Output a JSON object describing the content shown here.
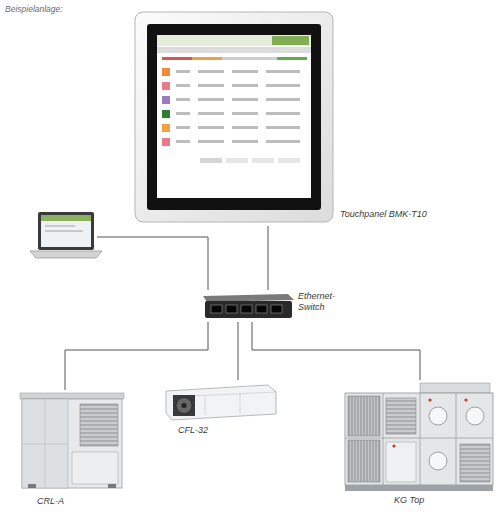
{
  "diagram": {
    "nodes": [
      {
        "text": [
          "Touchpanel BMK-T10"
        ]
      },
      {
        "text": [
          "Ethernet- Switch"
        ]
      },
      {
        "text": [
          "CRL-A"
        ]
      },
      {
        "text": [
          "CFL-32"
        ]
      },
      {
        "text": [
          "KG Top"
        ]
      }
    ],
    "edges": [
      {
        "from": 0,
        "to": 1,
        "arrow": "none"
      },
      {
        "from": 1,
        "to": 2,
        "arrow": "none"
      },
      {
        "from": 1,
        "to": 3,
        "arrow": "none"
      },
      {
        "from": 1,
        "to": 4,
        "arrow": "none"
      }
    ],
    "labels": [
      "Beispielanlage:"
    ]
  }
}
